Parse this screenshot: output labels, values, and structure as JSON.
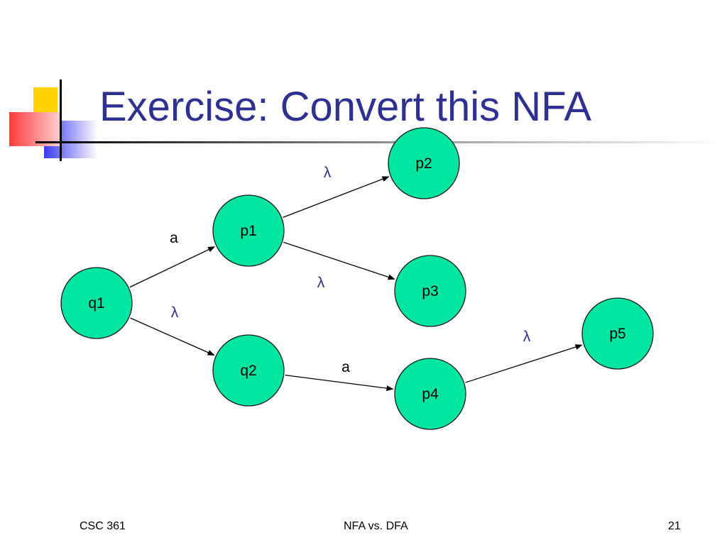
{
  "slide": {
    "title": "Exercise: Convert this NFA",
    "footer_left": "CSC 361",
    "footer_center": "NFA vs. DFA",
    "footer_right": "21"
  },
  "colors": {
    "title": "#2e3192",
    "node_fill": "#00e5a0",
    "node_stroke": "#1a1a1a",
    "lambda_label": "#2e3192",
    "symbol_label": "#000000",
    "deco_yellow": "#ffd200",
    "deco_red": "#ff3b3b",
    "deco_blue": "#3a3af0"
  },
  "nfa": {
    "states": [
      {
        "id": "q1",
        "label": "q1"
      },
      {
        "id": "p1",
        "label": "p1"
      },
      {
        "id": "q2",
        "label": "q2"
      },
      {
        "id": "p2",
        "label": "p2"
      },
      {
        "id": "p3",
        "label": "p3"
      },
      {
        "id": "p4",
        "label": "p4"
      },
      {
        "id": "p5",
        "label": "p5"
      }
    ],
    "transitions": [
      {
        "from": "q1",
        "to": "p1",
        "label": "a",
        "kind": "symbol"
      },
      {
        "from": "q1",
        "to": "q2",
        "label": "λ",
        "kind": "lambda"
      },
      {
        "from": "p1",
        "to": "p2",
        "label": "λ",
        "kind": "lambda"
      },
      {
        "from": "p1",
        "to": "p3",
        "label": "λ",
        "kind": "lambda"
      },
      {
        "from": "q2",
        "to": "p4",
        "label": "a",
        "kind": "symbol"
      },
      {
        "from": "p4",
        "to": "p5",
        "label": "λ",
        "kind": "lambda"
      }
    ]
  }
}
